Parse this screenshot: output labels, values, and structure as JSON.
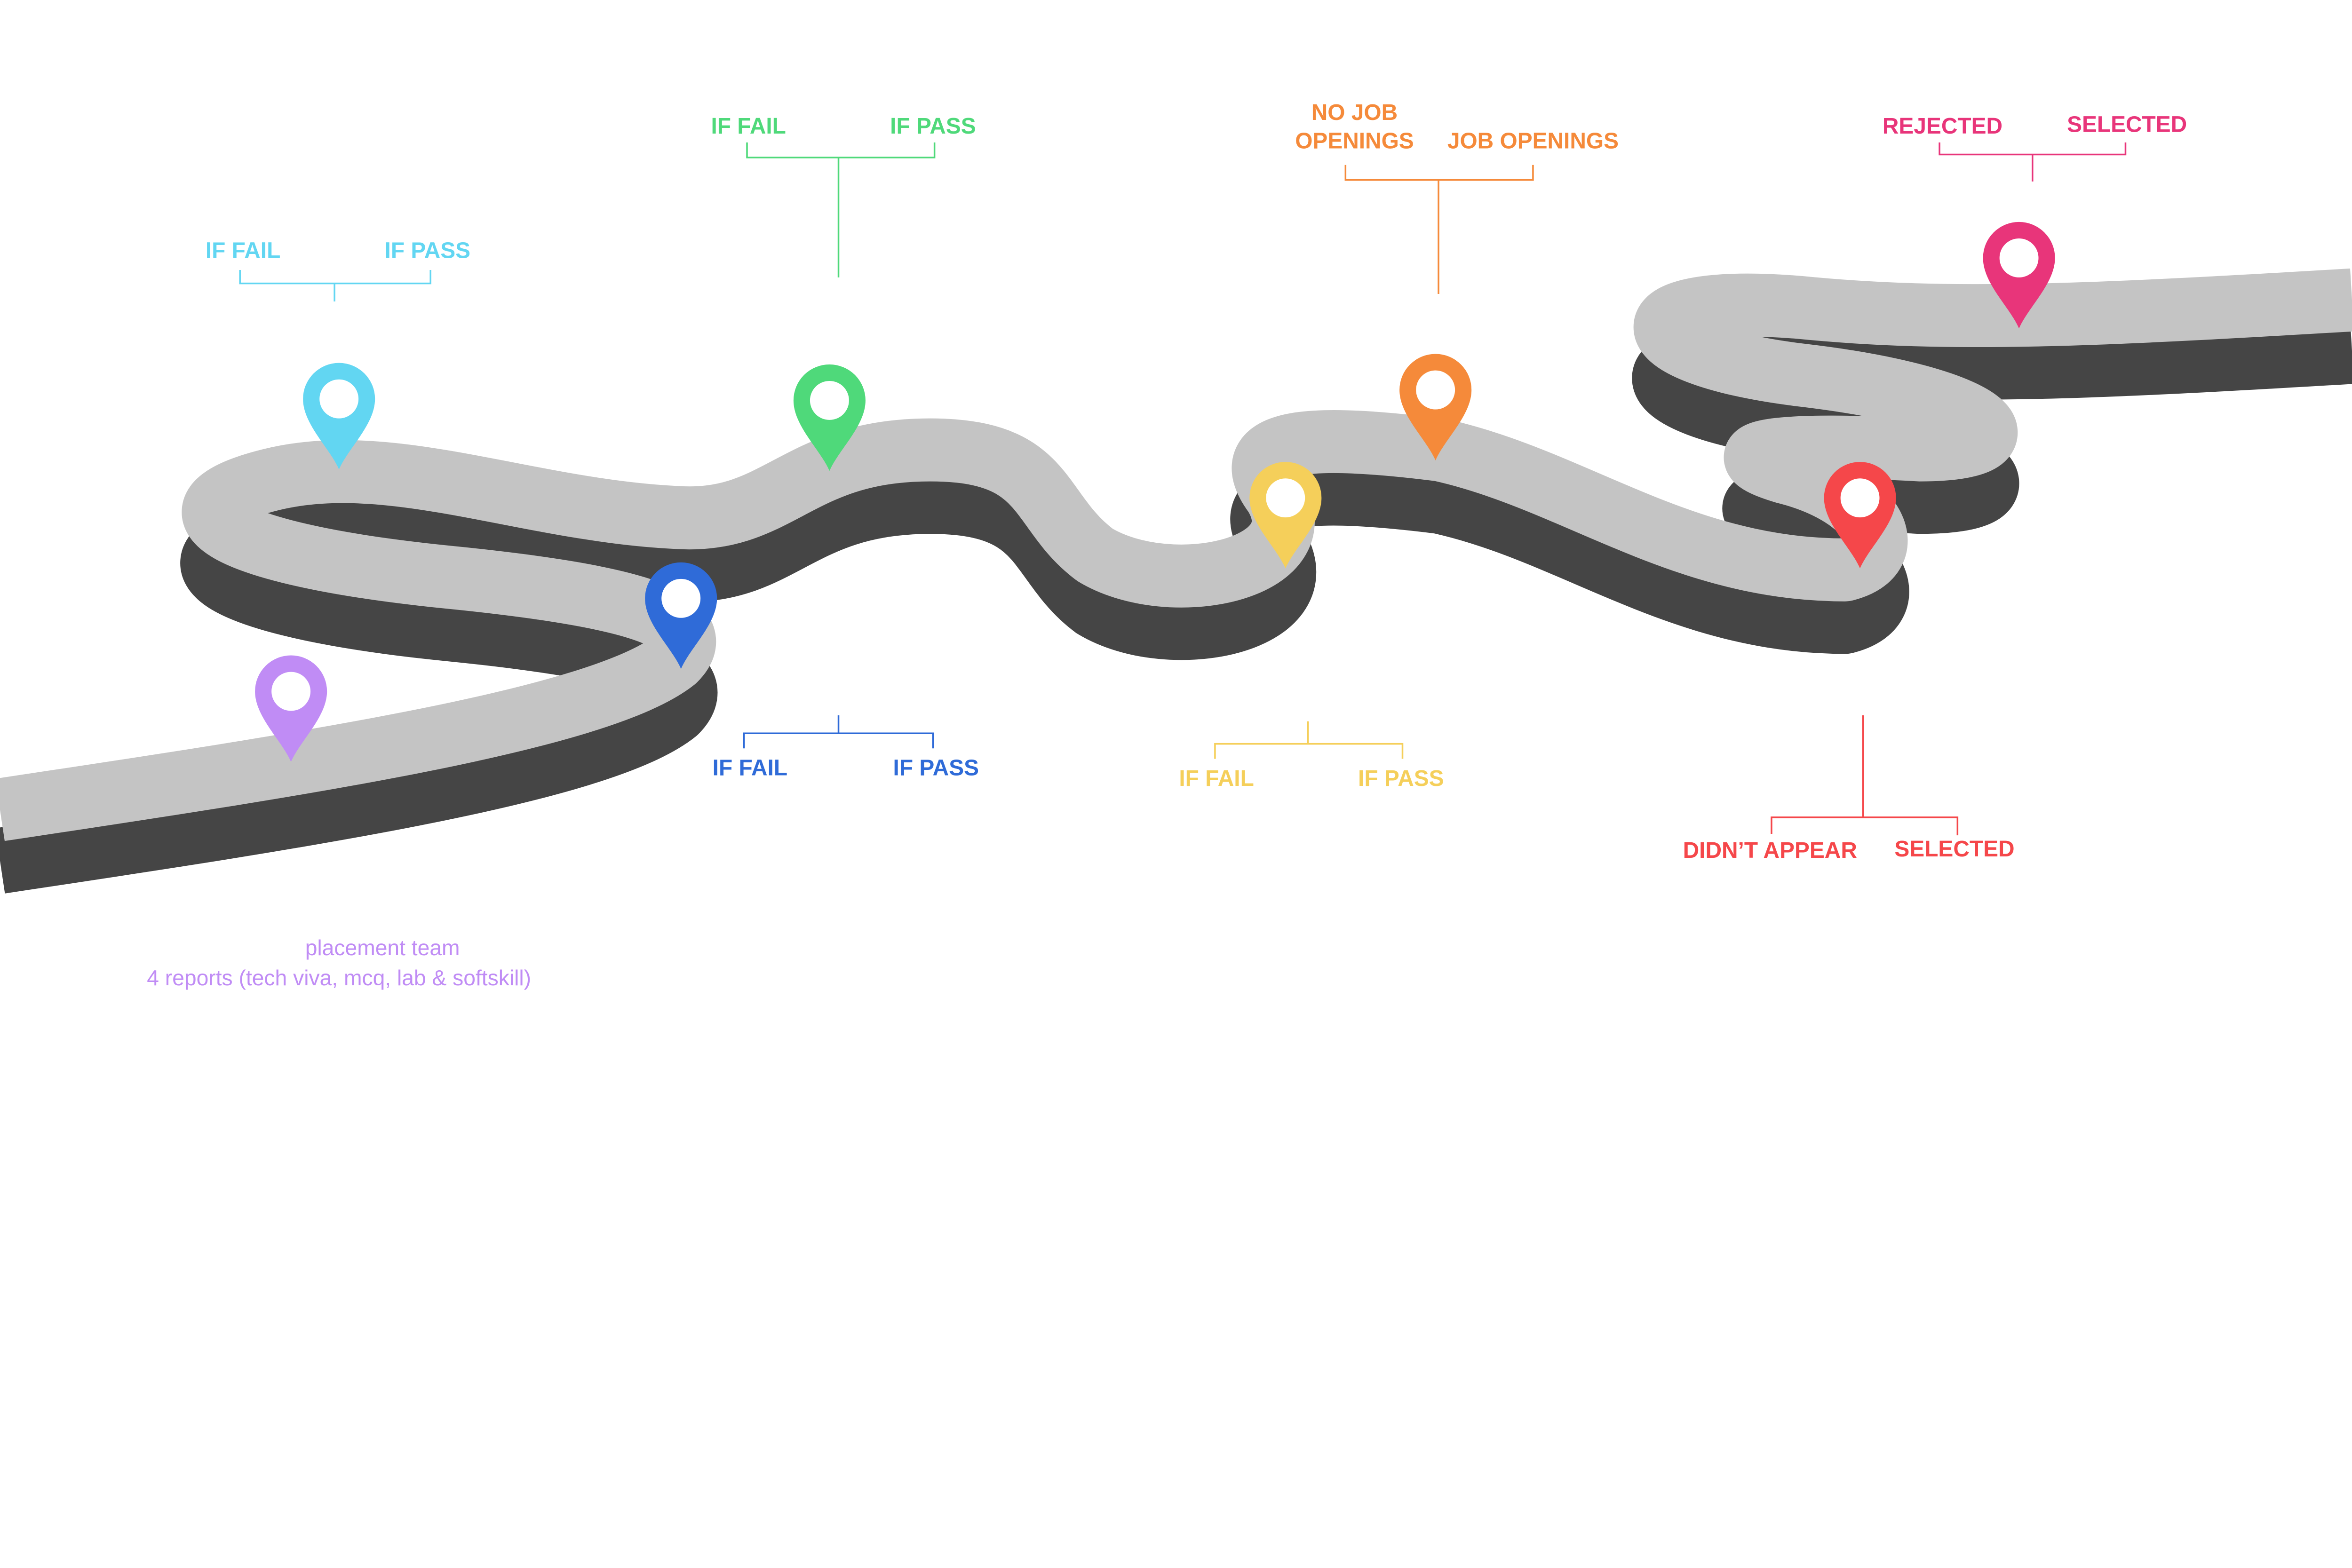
{
  "colors": {
    "road_top": "#c4c4c4",
    "road_side": "#454545",
    "purple": "#c08cf5",
    "cyan": "#62d6f2",
    "blue": "#2f6bd8",
    "green": "#4fd97a",
    "yellow": "#f5cf5a",
    "orange": "#f58a3a",
    "red": "#f5474a",
    "pink": "#e8357a"
  },
  "stages": [
    {
      "pin": "purple",
      "notes": [
        "placement team",
        "4 reports (tech viva, mcq, lab & softskill)"
      ]
    },
    {
      "pin": "cyan",
      "left": "IF FAIL",
      "right": "IF PASS"
    },
    {
      "pin": "blue",
      "left": "IF FAIL",
      "right": "IF PASS"
    },
    {
      "pin": "green",
      "left": "IF FAIL",
      "right": "IF PASS"
    },
    {
      "pin": "yellow",
      "left": "IF FAIL",
      "right": "IF PASS"
    },
    {
      "pin": "orange",
      "left_line1": "NO JOB",
      "left_line2": "OPENINGS",
      "right": "JOB OPENINGS"
    },
    {
      "pin": "red",
      "left": "DIDN’T APPEAR",
      "right": "SELECTED"
    },
    {
      "pin": "pink",
      "left": "REJECTED",
      "right": "SELECTED"
    }
  ]
}
